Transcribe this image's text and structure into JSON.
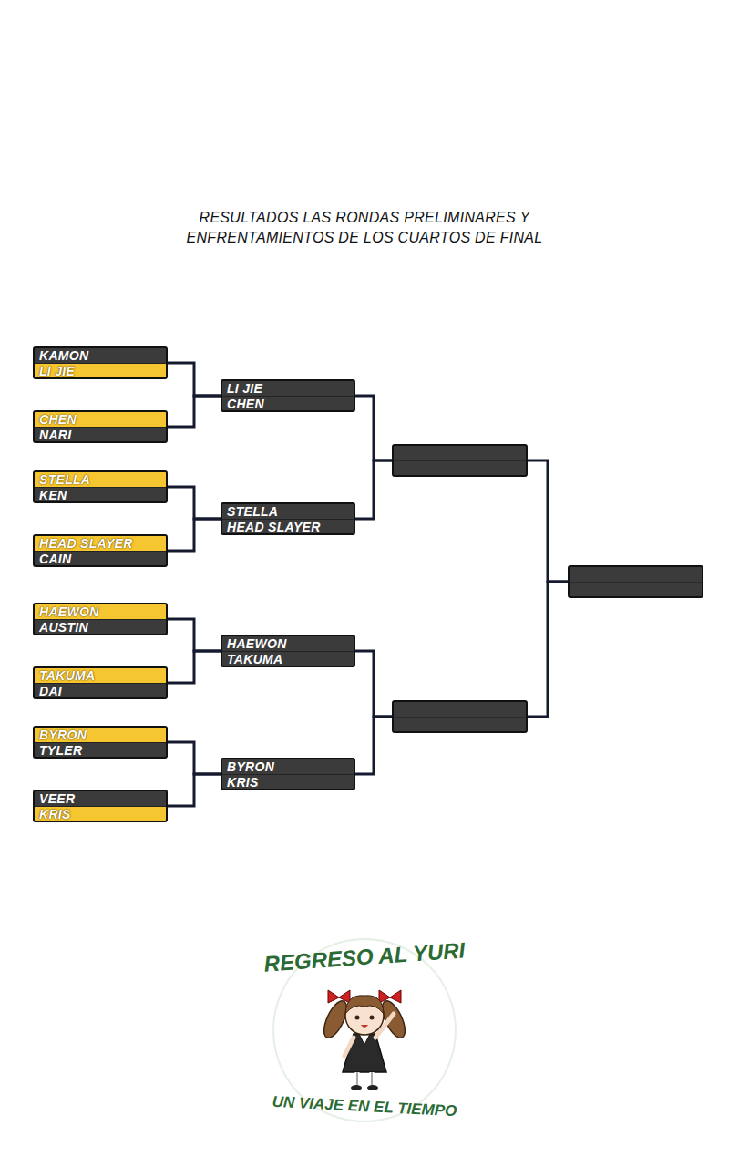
{
  "diagram": {
    "title": "RESULTADOS LAS RONDAS PRELIMINARES Y ENFRENTAMIENTOS DE LOS CUARTOS DE FINAL",
    "nodes": [
      {
        "text": [
          "KAMON",
          "LI JIE"
        ]
      },
      {
        "text": [
          "CHEN",
          "NARI"
        ]
      },
      {
        "text": [
          "STELLA",
          "KEN"
        ]
      },
      {
        "text": [
          "HEAD SLAYER",
          "CAIN"
        ]
      },
      {
        "text": [
          "HAEWON",
          "AUSTIN"
        ]
      },
      {
        "text": [
          "TAKUMA",
          "DAI"
        ]
      },
      {
        "text": [
          "BYRON",
          "TYLER"
        ]
      },
      {
        "text": [
          "VEER",
          "KRIS"
        ]
      },
      {
        "text": [
          "LI JIE",
          "CHEN"
        ]
      },
      {
        "text": [
          "STELLA",
          "HEAD SLAYER"
        ]
      },
      {
        "text": [
          "HAEWON",
          "TAKUMA"
        ]
      },
      {
        "text": [
          "BYRON",
          "KRIS"
        ]
      },
      {
        "text": []
      },
      {
        "text": []
      },
      {
        "text": []
      }
    ],
    "edges": [
      {
        "from": 0,
        "to": 8,
        "arrow": "none"
      },
      {
        "from": 1,
        "to": 8,
        "arrow": "none"
      },
      {
        "from": 2,
        "to": 9,
        "arrow": "none"
      },
      {
        "from": 3,
        "to": 9,
        "arrow": "none"
      },
      {
        "from": 4,
        "to": 10,
        "arrow": "none"
      },
      {
        "from": 5,
        "to": 10,
        "arrow": "none"
      },
      {
        "from": 6,
        "to": 11,
        "arrow": "none"
      },
      {
        "from": 7,
        "to": 11,
        "arrow": "none"
      },
      {
        "from": 8,
        "to": 12,
        "arrow": "none"
      },
      {
        "from": 9,
        "to": 12,
        "arrow": "none"
      },
      {
        "from": 10,
        "to": 13,
        "arrow": "none"
      },
      {
        "from": 11,
        "to": 13,
        "arrow": "none"
      },
      {
        "from": 12,
        "to": 14,
        "arrow": "none"
      },
      {
        "from": 13,
        "to": 14,
        "arrow": "none"
      }
    ],
    "labels": [
      "REGRESO AL YURI",
      "UN VIAJE EN EL TIEMPO"
    ]
  }
}
